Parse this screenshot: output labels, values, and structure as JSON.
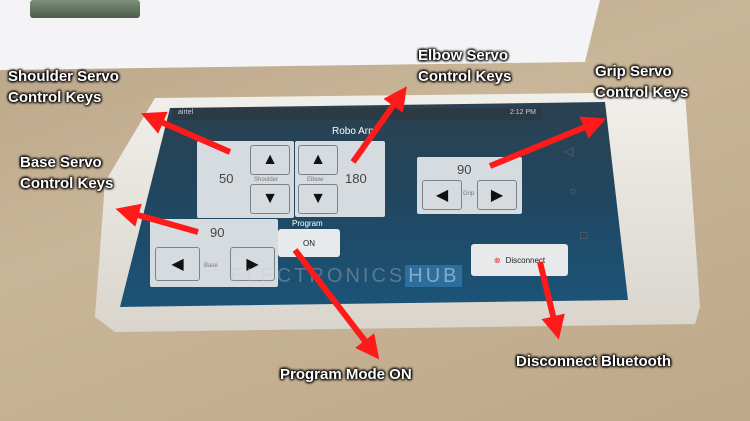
{
  "status_bar": {
    "carrier": "airtel",
    "time": "2:12 PM"
  },
  "app": {
    "title": "Robo Arm",
    "shoulder": {
      "value": "50",
      "label": "Shoulder"
    },
    "elbow": {
      "value": "180",
      "label": "Elbow"
    },
    "grip": {
      "value": "90",
      "label": "Grip"
    },
    "base": {
      "value": "90",
      "label": "Base"
    },
    "program": {
      "label": "Program",
      "button": "ON"
    },
    "disconnect": "Disconnect",
    "keys": {
      "up": "▲",
      "down": "▼",
      "left": "◀",
      "right": "▶"
    }
  },
  "watermark": {
    "part1": "ELECTRONICS",
    "part2": "HUB"
  },
  "nav": {
    "back": "◁",
    "home": "○",
    "recent": "□"
  },
  "annotations": {
    "shoulder": "Shoulder Servo\nControl Keys",
    "base": "Base Servo\nControl Keys",
    "elbow": "Elbow Servo\nControl Keys",
    "grip": "Grip Servo\nControl Keys",
    "program": "Program Mode ON",
    "disconnect": "Disconnect Bluetooth"
  },
  "colors": {
    "arrow": "#ff1a1a",
    "screen": "#21465f"
  }
}
